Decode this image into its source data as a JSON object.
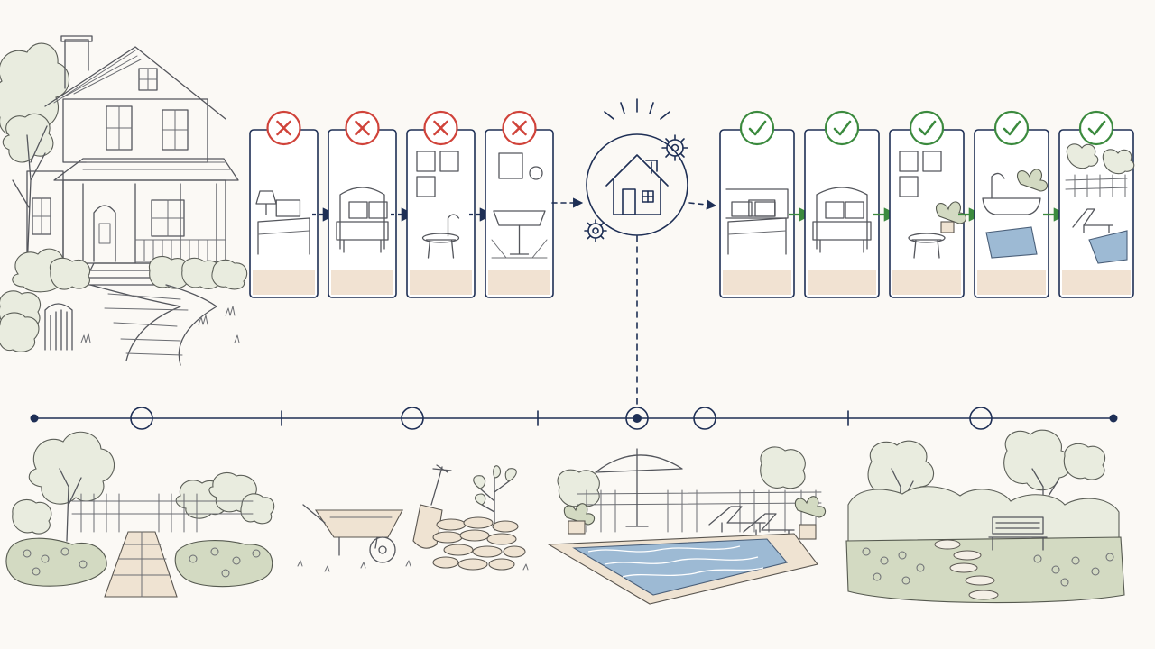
{
  "colors": {
    "navy": "#1e2f55",
    "reject_red": "#d0433a",
    "approve_green": "#3b8a3e",
    "arrow_green": "#3b8a3e",
    "card_footer": "#f1e2d2",
    "pool_water": "#9dbad4",
    "background": "#fbf9f5"
  },
  "rejected_cards": [
    {
      "scene": "bedroom-lamp",
      "status_icon": "x-icon"
    },
    {
      "scene": "armchair",
      "status_icon": "x-icon"
    },
    {
      "scene": "pictures-sink",
      "status_icon": "x-icon"
    },
    {
      "scene": "bathroom-sink",
      "status_icon": "x-icon"
    }
  ],
  "approved_cards": [
    {
      "scene": "bedroom",
      "status_icon": "check-icon"
    },
    {
      "scene": "armchair",
      "status_icon": "check-icon"
    },
    {
      "scene": "pictures-plant",
      "status_icon": "check-icon"
    },
    {
      "scene": "bathtub-pool",
      "status_icon": "check-icon"
    },
    {
      "scene": "pool-lounger",
      "status_icon": "check-icon"
    }
  ],
  "hub": {
    "icon": "house-gears-icon"
  },
  "timeline": {
    "open_nodes": 4,
    "active_node": 1,
    "tick_marks": 3
  },
  "bottom_scenes": [
    {
      "scene": "garden-path",
      "icon": "garden-path-icon"
    },
    {
      "scene": "tools",
      "icon": "wheelbarrow-shovel-icon"
    },
    {
      "scene": "pool",
      "icon": "pool-umbrella-icon"
    },
    {
      "scene": "garden-bench",
      "icon": "garden-bench-icon"
    }
  ]
}
